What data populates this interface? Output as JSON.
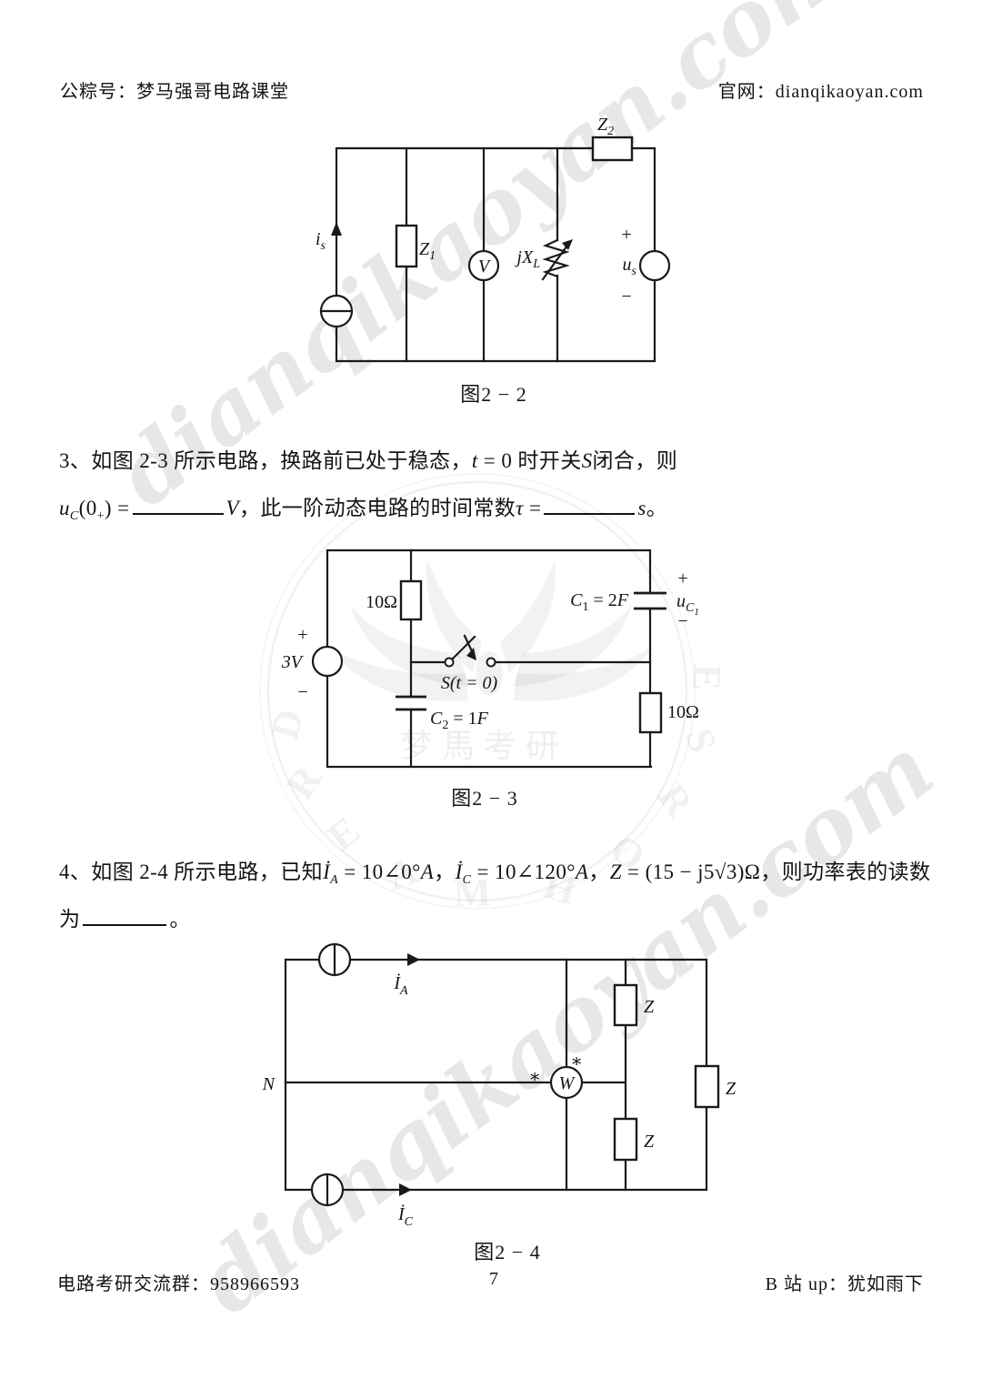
{
  "header": {
    "left": "公粽号：梦马强哥电路课堂",
    "right": "官网：dianqikaoyan.com"
  },
  "watermark": {
    "site": "dianqikaoyan.com",
    "brand_cn": "梦馬考研",
    "dream": [
      "D",
      "R",
      "E",
      "A",
      "M"
    ],
    "horse": [
      "H",
      "O",
      "R",
      "S",
      "E"
    ]
  },
  "fig22": {
    "caption": "图2 − 2",
    "is_m": "i",
    "is_s": "s",
    "z1_m": "Z",
    "z1_s": "1",
    "z2_m": "Z",
    "z2_s": "2",
    "meter": "V",
    "jxl_m": "jX",
    "jxl_s": "L",
    "plus": "+",
    "minus": "−",
    "us_m": "u",
    "us_s": "s"
  },
  "fig23": {
    "caption": "图2 − 3",
    "plus": "+",
    "minus": "−",
    "src": "3V",
    "r_left": "10Ω",
    "c1_m": "C",
    "c1_s": "1",
    "c1_eq": " = 2",
    "c1_f": "F",
    "uc1_m": "u",
    "uc1_s": "C",
    "uc1_ss": "1",
    "sw": "S(t = 0)",
    "c2_m": "C",
    "c2_s": "2",
    "c2_eq": " = 1",
    "c2_f": "F",
    "r_right": "10Ω"
  },
  "fig24": {
    "caption": "图2 − 4",
    "ia_m": "İ",
    "ia_s": "A",
    "ic_m": "İ",
    "ic_s": "C",
    "n": "N",
    "w": "W",
    "star": "∗",
    "z": "Z"
  },
  "q3": {
    "l1": [
      "3、如图 2-3 所示电路，换路前已处于稳态，",
      "t",
      " = 0 ",
      "时开关",
      "S",
      "闭合，则"
    ],
    "l2": [
      "u",
      "C",
      "(0",
      "+",
      ") =",
      "V",
      "，此一阶动态电路的时间常数",
      "τ",
      " =",
      "s",
      "。"
    ]
  },
  "q4": {
    "l1": [
      "4、如图 2-4 所示电路，已知",
      "İ",
      "A",
      " = 10∠0°",
      "A",
      "，",
      "İ",
      "C",
      " = 10∠120°",
      "A",
      "，",
      "Z",
      " = (15 − j5√3)",
      "Ω",
      "，则功率表的读数"
    ],
    "l2": [
      "为",
      "。"
    ]
  },
  "footer": {
    "left": "电路考研交流群：958966593",
    "page": "7",
    "right": "B 站 up：犹如雨下"
  }
}
